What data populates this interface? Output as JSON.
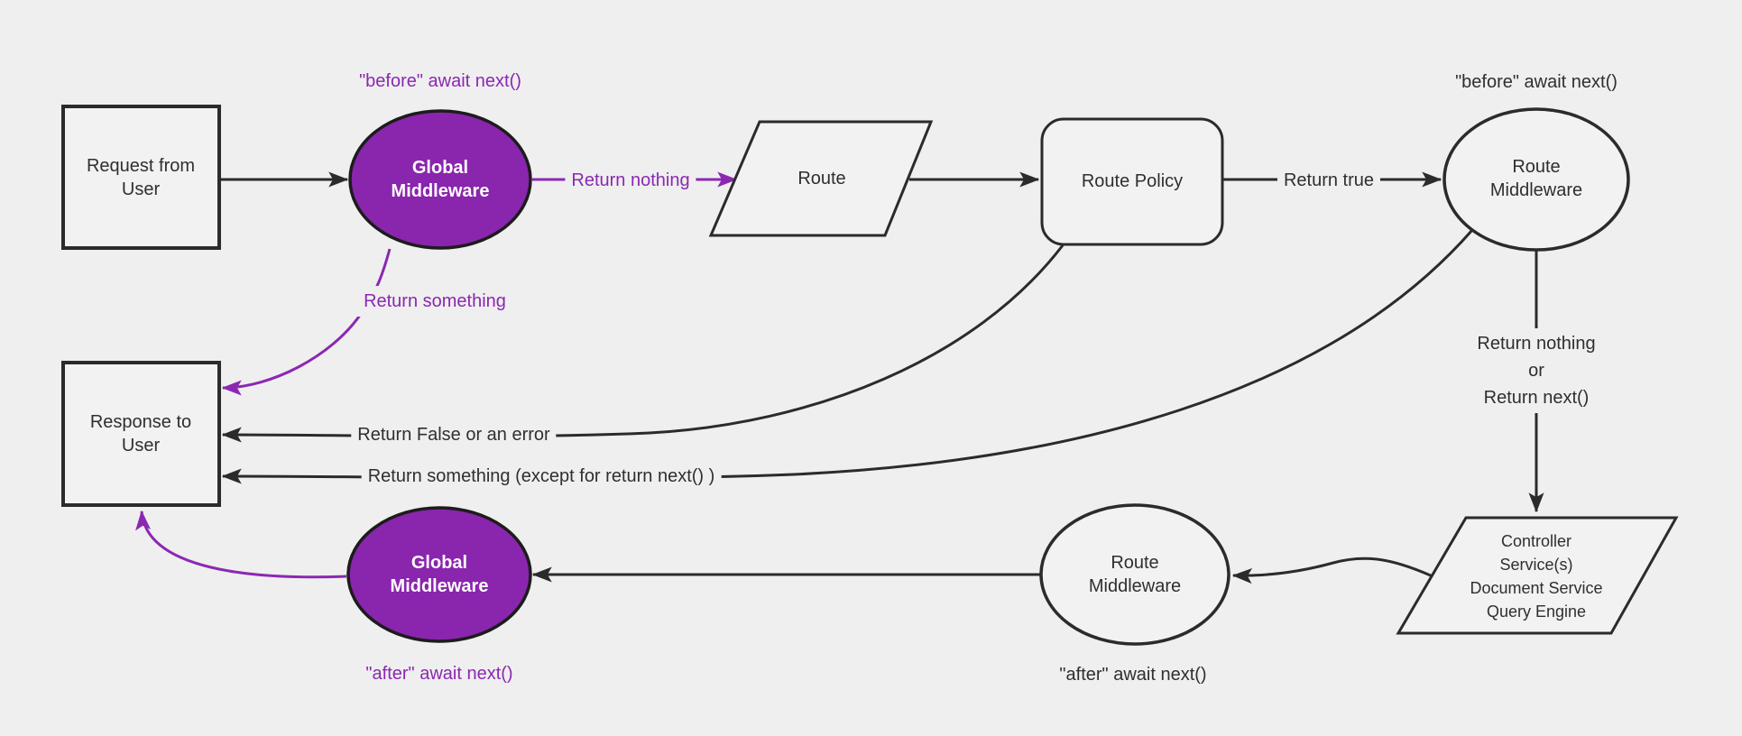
{
  "colors": {
    "background": "#efefef",
    "node_fill": "#f2f2f2",
    "line": "#2b2b2b",
    "text": "#2f2f2f",
    "purple": "#8b28b2",
    "purple_fill": "#8a25ad",
    "white_text": "#ffffff"
  },
  "nodes": {
    "request": {
      "label": "Request from User"
    },
    "global_middleware_top": {
      "label": "Global Middleware"
    },
    "route": {
      "label": "Route"
    },
    "route_policy": {
      "label": "Route Policy"
    },
    "route_middleware_top": {
      "label": "Route Middleware"
    },
    "controller": {
      "lines": [
        "Controller",
        "Service(s)",
        "Document Service",
        "Query Engine"
      ]
    },
    "route_middleware_bottom": {
      "label": "Route Middleware"
    },
    "global_middleware_bottom": {
      "label": "Global Middleware"
    },
    "response": {
      "label": "Response to User"
    }
  },
  "edge_labels": {
    "before_await_next_global": "\"before\" await next()",
    "return_nothing": "Return nothing",
    "return_true": "Return true",
    "before_await_next_route": "\"before\" await next()",
    "return_something": "Return something",
    "return_nothing_or_next": [
      "Return nothing",
      "or",
      "Return next()"
    ],
    "return_false_or_error": "Return False or an error",
    "return_something_except": "Return something (except for return next() )",
    "after_await_next_route": "\"after\" await next()",
    "after_await_next_global": "\"after\" await next()"
  }
}
